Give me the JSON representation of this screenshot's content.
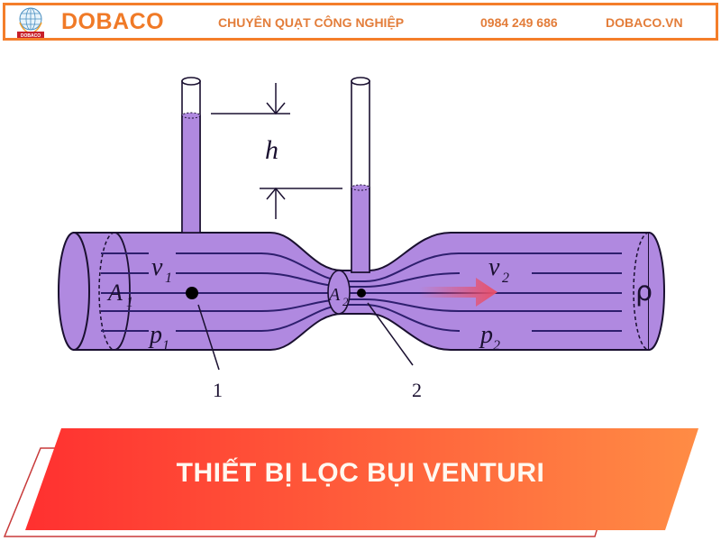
{
  "header": {
    "brand": "DOBACO",
    "logo_text": "DOBACO",
    "tagline": "CHUYÊN QUẠT CÔNG NGHIỆP",
    "phone": "0984 249 686",
    "website": "DOBACO.VN",
    "accent_color": "#f47e2a"
  },
  "diagram": {
    "title": "Venturi tube",
    "labels": {
      "height": "h",
      "area1": "A",
      "area1_sub": "1",
      "area2": "A",
      "area2_sub": "2",
      "velocity1": "v",
      "velocity1_sub": "1",
      "velocity2": "v",
      "velocity2_sub": "2",
      "pressure1": "p",
      "pressure1_sub": "1",
      "pressure2": "p",
      "pressure2_sub": "2",
      "density": "ρ",
      "point1": "1",
      "point2": "2"
    },
    "colors": {
      "fluid": "#b089e0",
      "outline": "#1a1030",
      "streamline": "#2e1f6e",
      "flow_arrow": "#e8506a"
    }
  },
  "banner": {
    "title": "THIẾT BỊ LỌC BỤI VENTURI",
    "gradient_start": "#ff3030",
    "gradient_end": "#ff8c45"
  }
}
